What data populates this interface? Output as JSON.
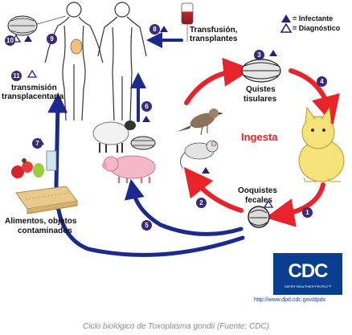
{
  "legend": {
    "infective": "= Infectante",
    "diagnostic": "= Diagnóstico",
    "infective_color": "#2a1f7a",
    "diagnostic_color": "#2a1f7a"
  },
  "stages": {
    "s1": "1",
    "s2": "2",
    "s3": "3",
    "s4": "4",
    "s5": "5",
    "s6": "6",
    "s7": "7",
    "s8": "8",
    "s9": "9",
    "s10": "10",
    "s11": "11"
  },
  "labels": {
    "transfusion_line1": "Transfusión,",
    "transfusion_line2": "transplantes",
    "transplacental_line1": "transmisión",
    "transplacental_line2": "transplacentaria",
    "quistes_line1": "Quistes",
    "quistes_line2": "tisulares",
    "ooquistes_line1": "Ooquistes",
    "ooquistes_line2": "fecales",
    "ingesta": "Ingesta",
    "alimentos_line1": "Alimentos, objetos",
    "alimentos_line2": "contaminados"
  },
  "logo": {
    "text": "CDC",
    "tagline": "SAFER·HEALTHIER·PEOPLE™",
    "url": "http://www.dpd.cdc.gov/dpdx"
  },
  "caption": "Ciclo biológico de Toxoplasma gondii (Fuente: CDC)",
  "colors": {
    "red_arrow": "#e8232a",
    "blue_arrow": "#1b2a8c",
    "badge": "#3a2a7a"
  }
}
